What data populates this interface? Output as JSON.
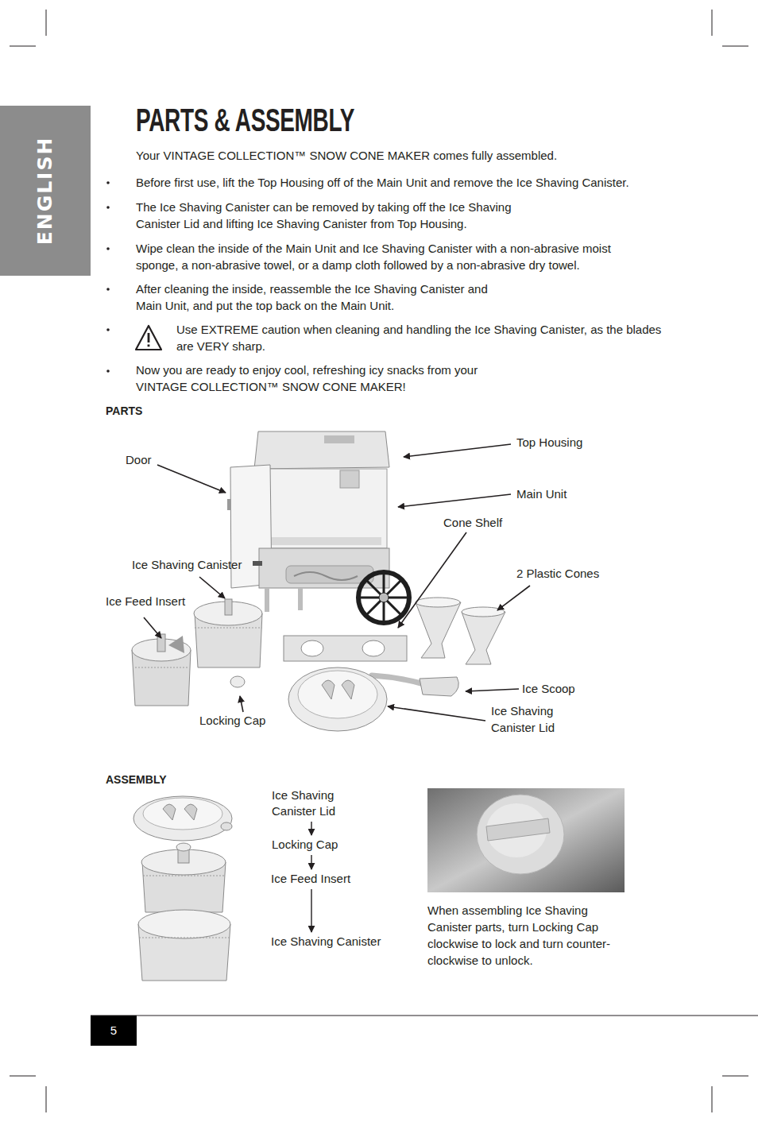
{
  "diagram": {
    "title": "PARTS & ASSEMBLY",
    "nodes": [
      {
        "text": [
          "ENGLISH"
        ]
      },
      {
        "text": [
          "Ice Shaving Canister Lid"
        ]
      },
      {
        "text": [
          "Locking Cap"
        ]
      },
      {
        "text": [
          "Ice Feed Insert"
        ]
      },
      {
        "text": [
          "Ice Shaving Canister"
        ]
      },
      {
        "text": [
          "5"
        ]
      }
    ],
    "edges": [
      {
        "from": 1,
        "to": 2,
        "arrow": "to"
      },
      {
        "from": 2,
        "to": 3,
        "arrow": "to"
      },
      {
        "from": 3,
        "to": 4,
        "arrow": "to"
      }
    ],
    "labels": [
      "Your VINTAGE COLLECTION™ SNOW CONE MAKER comes fully assembled.",
      "Before first use, lift the Top Housing off of the Main Unit and remove the Ice Shaving Canister.",
      "The Ice Shaving Canister can be removed by taking off the Ice Shaving Canister Lid and lifting Ice Shaving Canister from Top Housing.",
      "Wipe clean the inside of the Main Unit and Ice Shaving Canister with a non-abrasive moist sponge, a non-abrasive towel, or a damp cloth followed by a non-abrasive dry towel.",
      "After cleaning the inside, reassemble the Ice Shaving Canister and Main Unit, and put the top back on the Main Unit.",
      "Use EXTREME caution when cleaning and handling the Ice Shaving Canister, as the blades are VERY sharp.",
      "Now you are ready to enjoy cool, refreshing icy snacks from your VINTAGE COLLECTION™ SNOW CONE MAKER!",
      "PARTS",
      "Top Housing",
      "Door",
      "Main Unit",
      "Cone Shelf",
      "Ice Shaving Canister",
      "2 Plastic Cones",
      "Ice Feed Insert",
      "Ice Scoop",
      "Ice Shaving Canister Lid",
      "Locking Cap",
      "ASSEMBLY",
      "When assembling Ice Shaving Canister parts, turn Locking Cap clockwise to lock and turn counter-clockwise to unlock."
    ]
  }
}
